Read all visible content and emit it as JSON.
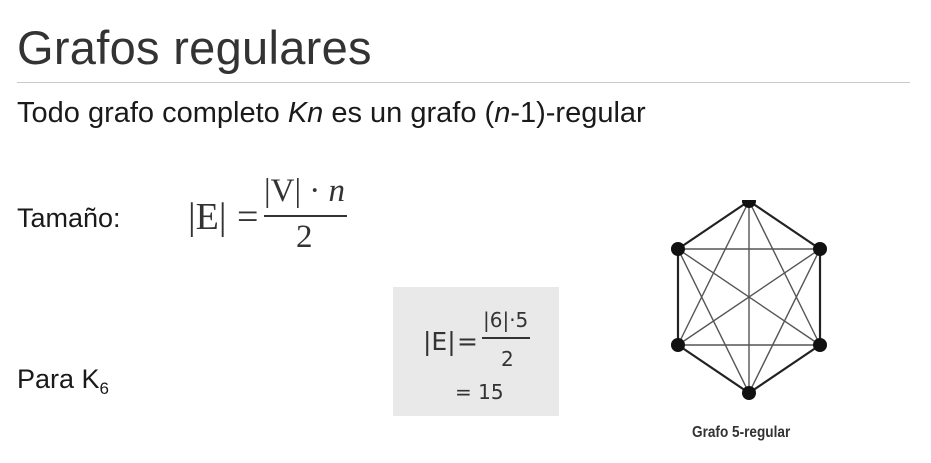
{
  "slide": {
    "title": "Grafos regulares",
    "subtitle_pre": "Todo grafo completo ",
    "subtitle_kn": "Kn",
    "subtitle_mid": " es un grafo (",
    "subtitle_n": "n",
    "subtitle_post": "-1)-regular"
  },
  "size_section": {
    "label": "Tamaño:",
    "formula": {
      "lhs": "|E|",
      "eq": "=",
      "numerator_v": "|V|",
      "numerator_dot": " · ",
      "numerator_n": "n",
      "denominator": "2"
    }
  },
  "k6_section": {
    "label": "Para K",
    "label_sub": "6",
    "formula": {
      "lhs": "|E|",
      "eq": "=",
      "numerator": "|6|·5",
      "denominator": "2",
      "result": "= 15"
    }
  },
  "graph": {
    "caption": "Grafo 5-regular",
    "vertices": 6
  }
}
